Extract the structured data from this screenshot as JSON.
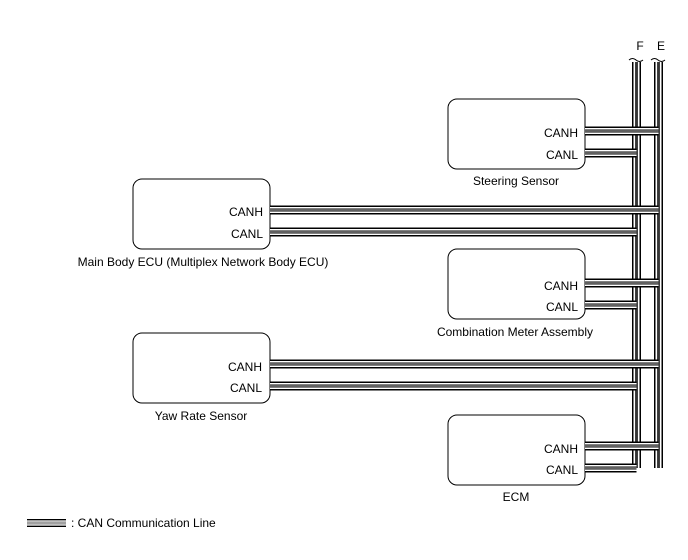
{
  "buses": {
    "f_label": "F",
    "e_label": "E"
  },
  "ecus": {
    "steering_sensor": {
      "name": "Steering Sensor",
      "canh": "CANH",
      "canl": "CANL"
    },
    "main_body_ecu": {
      "name": "Main Body ECU (Multiplex Network Body ECU)",
      "canh": "CANH",
      "canl": "CANL"
    },
    "combination_meter": {
      "name": "Combination Meter Assembly",
      "canh": "CANH",
      "canl": "CANL"
    },
    "yaw_rate_sensor": {
      "name": "Yaw Rate Sensor",
      "canh": "CANH",
      "canl": "CANL"
    },
    "ecm": {
      "name": "ECM",
      "canh": "CANH",
      "canl": "CANL"
    }
  },
  "legend": {
    "text": ": CAN Communication Line"
  },
  "colors": {
    "line": "#000000",
    "background": "#ffffff"
  }
}
